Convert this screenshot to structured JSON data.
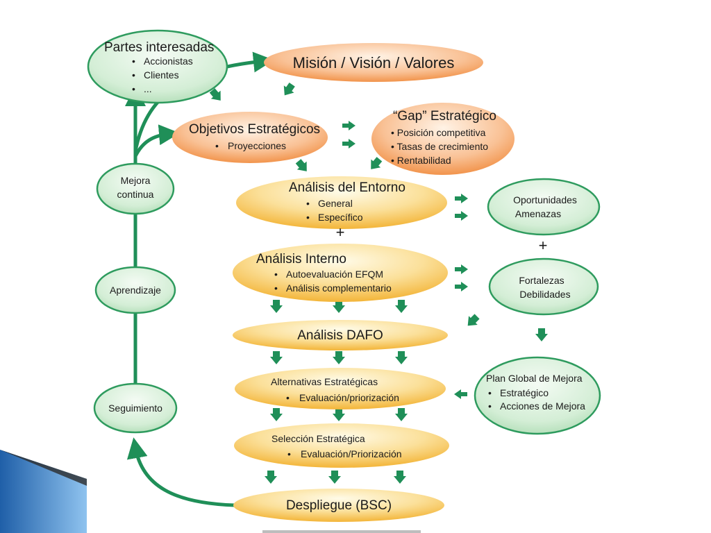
{
  "colors": {
    "green_fill": "#c8e6c9",
    "green_stroke": "#2e9b5e",
    "orange_fill": "#f6a96b",
    "yellow_fill": "#f7c65a",
    "arrow": "#1f8f58"
  },
  "icons": {
    "plus": "plus-sign",
    "bullet": "bullet-dot"
  },
  "nodes": {
    "partes": {
      "title": "Partes interesadas",
      "items": [
        "Accionistas",
        "Clientes",
        "..."
      ]
    },
    "mision": {
      "title": "Misión / Visión / Valores"
    },
    "objetivos": {
      "title": "Objetivos Estratégicos",
      "items": [
        "Proyecciones"
      ]
    },
    "gap": {
      "title": "“Gap” Estratégico",
      "items": [
        "Posición competitiva",
        "Tasas de crecimiento",
        "Rentabilidad"
      ]
    },
    "mejora": {
      "line1": "Mejora",
      "line2": "continua"
    },
    "aprendizaje": {
      "title": "Aprendizaje"
    },
    "seguimiento": {
      "title": "Seguimiento"
    },
    "entorno": {
      "title": "Análisis del Entorno",
      "items": [
        "General",
        "Específico"
      ]
    },
    "plus1": "+",
    "oportunidades": {
      "line1": "Oportunidades",
      "line2": "Amenazas"
    },
    "plus2": "+",
    "interno": {
      "title": "Análisis Interno",
      "items": [
        "Autoevaluación EFQM",
        "Análisis complementario"
      ]
    },
    "fortalezas": {
      "line1": "Fortalezas",
      "line2": "Debilidades"
    },
    "dafo": {
      "title": "Análisis DAFO"
    },
    "alternativas": {
      "title": "Alternativas Estratégicas",
      "items": [
        "Evaluación/priorización"
      ]
    },
    "plan": {
      "title": "Plan Global de Mejora",
      "items": [
        "Estratégico",
        "Acciones de Mejora"
      ]
    },
    "seleccion": {
      "title": "Selección Estratégica",
      "items": [
        "Evaluación/Priorización"
      ]
    },
    "despliegue": {
      "title": "Despliegue (BSC)"
    }
  }
}
